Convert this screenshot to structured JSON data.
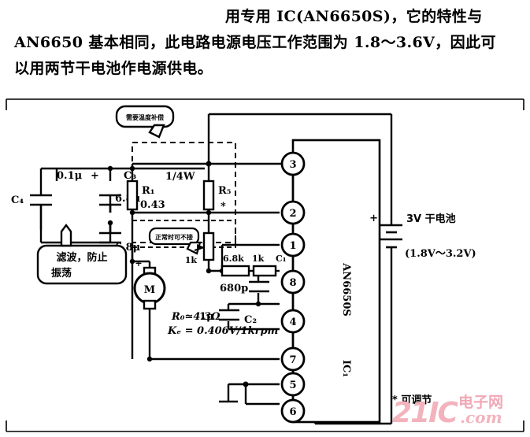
{
  "document": {
    "paragraphs": [
      "用专用 IC(AN6650S)，它的特性与",
      "AN6650 基本相同，此电路电源电压工作范围为 1.8～3.6V，因此可",
      "以用两节干电池作电源供电。"
    ]
  },
  "circuit": {
    "ic": {
      "designator": "IC₁",
      "part_number": "AN6650S",
      "pins": [
        "3",
        "2",
        "1",
        "8",
        "4",
        "7",
        "5",
        "6"
      ]
    },
    "components": {
      "c4_designator": "C₄",
      "c4_value": "0.1μ",
      "c3_designator": "C₃",
      "c3_value_top": "6.8μ",
      "c3_value_bottom": "6.8μ",
      "r1_designator": "R₁",
      "r1_value": "0.43",
      "r1_power": "1/4W",
      "r5_designator": "R₅",
      "r5_value": "*",
      "pot_value": "1k",
      "r_6k8": "6.8k",
      "r_1k": "1k",
      "c1_designator": "C₁",
      "c1_value": "680p",
      "c2_designator": "C₂",
      "c2_value": "1μ",
      "motor_symbol": "M"
    },
    "motor_specs": {
      "resistance": "R₀≃4.3Ω",
      "constant": "Kₑ = 0.406V/1krpm"
    },
    "battery": {
      "label": "3V 干电池",
      "range": "(1.8V～3.2V)",
      "polarity": "+"
    },
    "callouts": {
      "temperature": "需要温度补偿",
      "filter": "滤波，防止振荡",
      "speed_adjust": "正常时可不接"
    },
    "footnote": "* 可调节"
  },
  "watermark": {
    "brand": "21IC",
    "chinese": "电子网",
    "domain": ".com"
  }
}
